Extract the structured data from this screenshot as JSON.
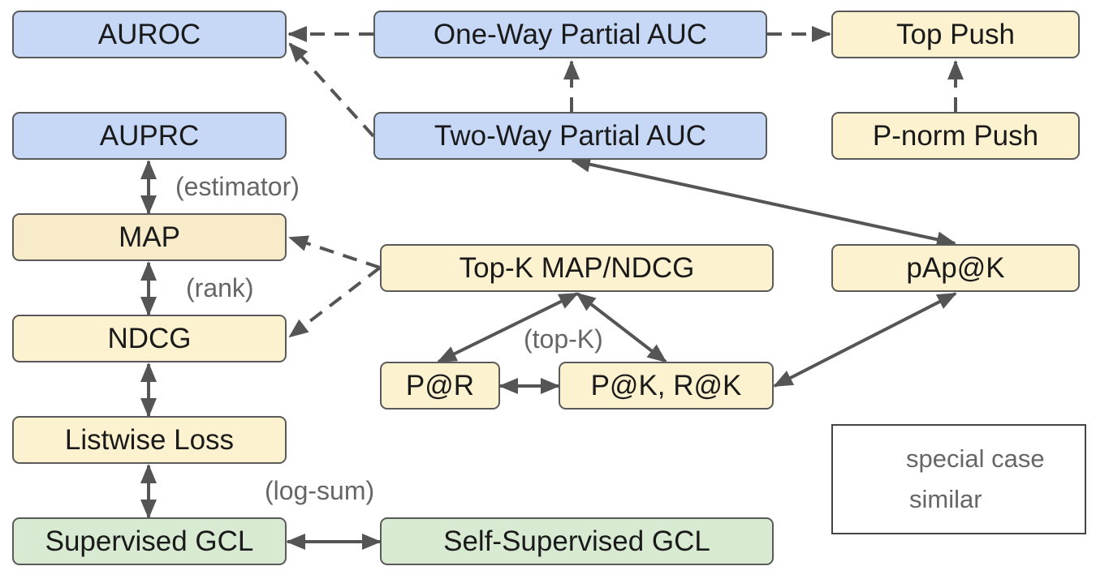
{
  "nodes": {
    "auroc": "AUROC",
    "one_way": "One-Way Partial AUC",
    "top_push": "Top Push",
    "auprc": "AUPRC",
    "two_way": "Two-Way Partial AUC",
    "pnorm": "P-norm Push",
    "map": "MAP",
    "topk_map": "Top-K MAP/NDCG",
    "papk": "pAp@K",
    "ndcg": "NDCG",
    "pr": "P@R",
    "pkrk": "P@K, R@K",
    "listwise": "Listwise Loss",
    "sup_gcl": "Supervised GCL",
    "selfsup_gcl": "Self-Supervised GCL"
  },
  "edge_labels": {
    "estimator": "(estimator)",
    "rank": "(rank)",
    "topk": "(top-K)",
    "logsum": "(log-sum)"
  },
  "legend": {
    "special": "special case",
    "similar": "similar"
  },
  "colors": {
    "blue": "#c6d8f6",
    "yellow": "#fdf2cf",
    "tan": "#f8ebc9",
    "green": "#d9ead3",
    "edge": "#555555"
  }
}
